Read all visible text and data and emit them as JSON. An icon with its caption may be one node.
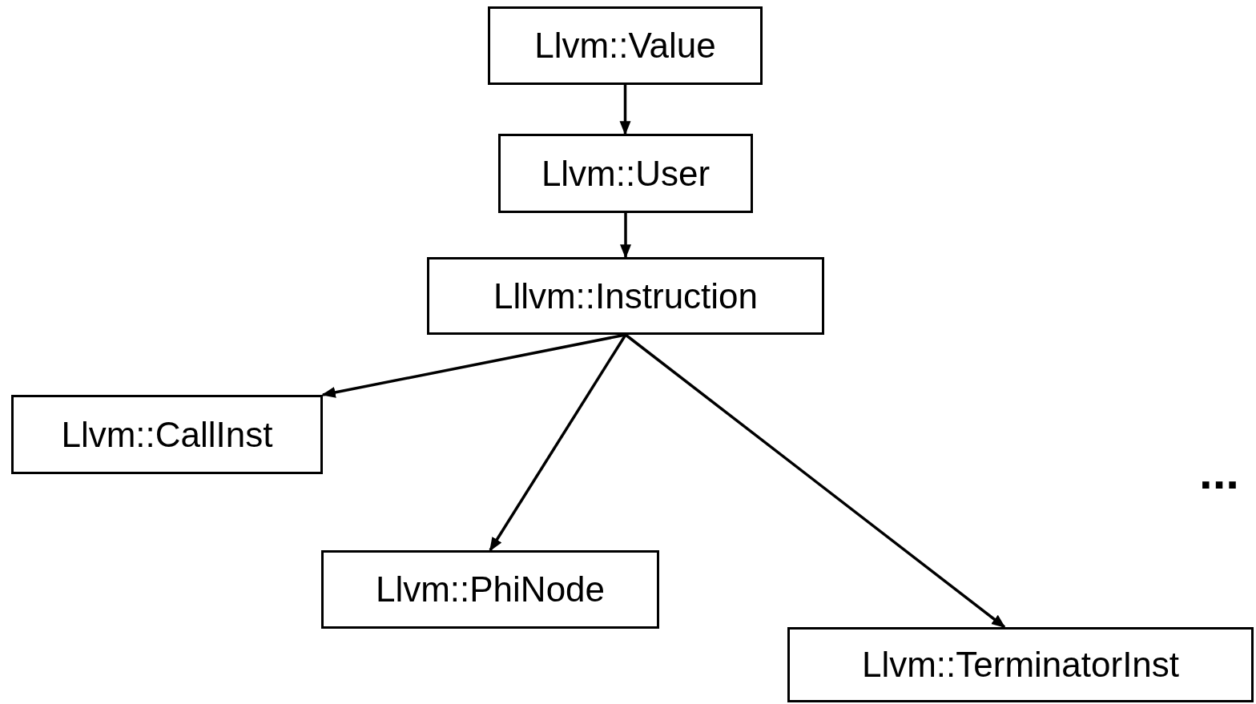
{
  "diagram": {
    "nodes": [
      {
        "text": [
          "Llvm::Value"
        ]
      },
      {
        "text": [
          "Llvm::User"
        ]
      },
      {
        "text": [
          "Lllvm::Instruction"
        ]
      },
      {
        "text": [
          "Llvm::CallInst"
        ]
      },
      {
        "text": [
          "Llvm::PhiNode"
        ]
      },
      {
        "text": [
          "Llvm::TerminatorInst"
        ]
      }
    ],
    "edges": [
      {
        "from": 0,
        "to": 1,
        "arrow": "to"
      },
      {
        "from": 1,
        "to": 2,
        "arrow": "to"
      },
      {
        "from": 2,
        "to": 3,
        "arrow": "to"
      },
      {
        "from": 2,
        "to": 4,
        "arrow": "to"
      },
      {
        "from": 2,
        "to": 5,
        "arrow": "to"
      }
    ],
    "labels": [
      "..."
    ]
  }
}
